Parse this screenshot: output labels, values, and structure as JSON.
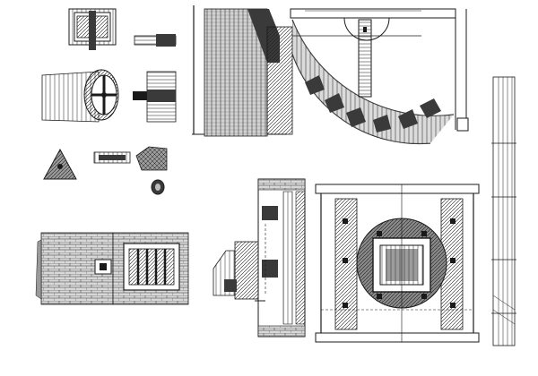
{
  "plate": {
    "palette": {
      "ink": "#1a1a1a",
      "dark_fill": "#3a3a3a",
      "mid_fill": "#7a7a7a",
      "light_fill": "#bdbdbd",
      "paper": "#ffffff"
    },
    "figures": [
      "small-box-figure",
      "wooden-peg-figure",
      "roller-drum-figure",
      "bracket-block-figure",
      "triangle-stone-figure",
      "flat-bar-figure",
      "small-block-figure",
      "round-nut-figure",
      "wheel-elevation-drawing",
      "scale-ruler",
      "brick-furnace-front",
      "grate-plan",
      "section-elevation-drawing",
      "square-plan-drawing"
    ]
  }
}
